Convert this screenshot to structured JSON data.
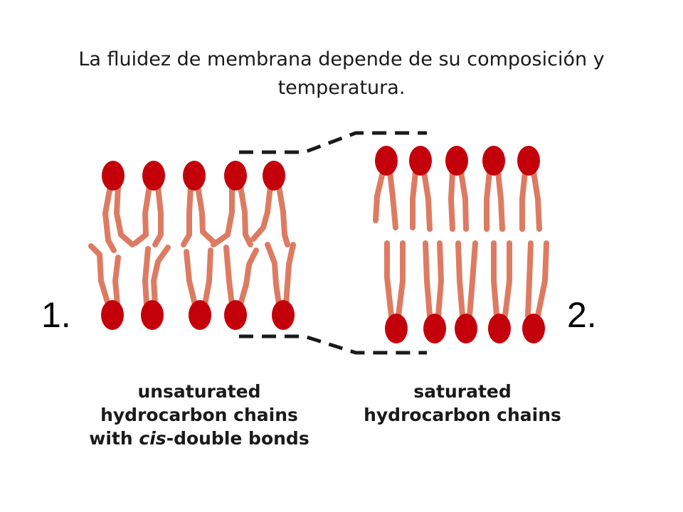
{
  "title": "La fluidez de membrana depende de su composición y temperatura.",
  "labels": {
    "left_number": "1.",
    "right_number": "2."
  },
  "captions": {
    "left": {
      "line1": "unsaturated",
      "line2": "hydrocarbon chains",
      "line3_prefix": "with ",
      "line3_italic": "cis",
      "line3_suffix": "-double bonds"
    },
    "right": {
      "line1": "saturated",
      "line2": "hydrocarbon chains"
    }
  },
  "colors": {
    "head": "#c4000b",
    "tail": "#dd7b62",
    "text": "#1a1a1a"
  }
}
